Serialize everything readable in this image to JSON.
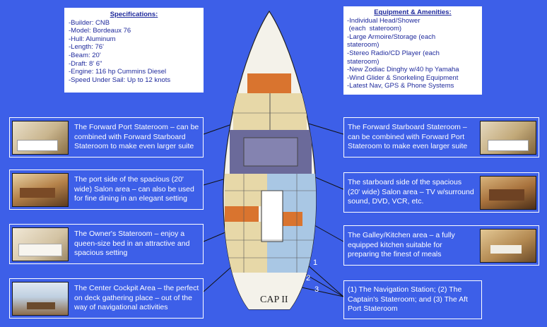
{
  "specifications": {
    "title": "Specifications",
    "title_suffix": ":",
    "lines": [
      "-Builder: CNB",
      "-Model: Bordeaux 76",
      "-Hull: Aluminum",
      "-Length: 76'",
      "-Beam: 20'",
      "-Draft: 8' 6\"",
      "-Engine: 116 hp Cummins Diesel",
      "-Speed Under Sail: Up to 12 knots"
    ]
  },
  "amenities": {
    "title": "Equipment & Amenities",
    "title_suffix": ":",
    "lines": [
      "-Individual Head/Shower",
      " (each  stateroom)",
      "-Large Armoire/Storage (each",
      "stateroom)",
      "-Stereo Radio/CD Player (each",
      "stateroom)",
      "-New Zodiac Dinghy w/40 hp Yamaha",
      "-Wind Glider & Snorkeling Equipment",
      "-Latest Nav, GPS & Phone Systems"
    ]
  },
  "left_cards": [
    {
      "text": "The Forward Port Stateroom – can be combined with Forward Starboard Stateroom to make even larger suite"
    },
    {
      "text": "The port side of the spacious (20' wide) Salon area – can also be used for fine dining in an elegant setting"
    },
    {
      "text": "The Owner's Stateroom – enjoy a queen-size bed in an attractive and spacious setting"
    },
    {
      "text": "The Center Cockpit Area – the perfect on deck gathering place – out of the way of navigational activities"
    }
  ],
  "right_cards": [
    {
      "text": "The Forward Starboard Stateroom – can be combined with Forward Port Stateroom to make even larger suite"
    },
    {
      "text": "The starboard side of the spacious (20' wide) Salon area – TV w/surround sound, DVD, VCR, etc."
    },
    {
      "text": "The Galley/Kitchen area – a fully equipped kitchen suitable for preparing the finest of meals"
    },
    {
      "text": "(1) The Navigation Station; (2) The Captain's Stateroom; and (3) The Aft Port Stateroom",
      "thumb": false
    }
  ],
  "boat": {
    "name": "CAP II",
    "markers": [
      "1",
      "2",
      "3"
    ]
  },
  "colors": {
    "background": "#3d5fe8",
    "text_dark": "#1f2a9c",
    "hull": "#f4f2ea",
    "cabin_tan": "#e7d8a8",
    "salon_purple": "#6b6a9a",
    "orange": "#d9742f",
    "stbd_blue": "#a9c7e4"
  }
}
